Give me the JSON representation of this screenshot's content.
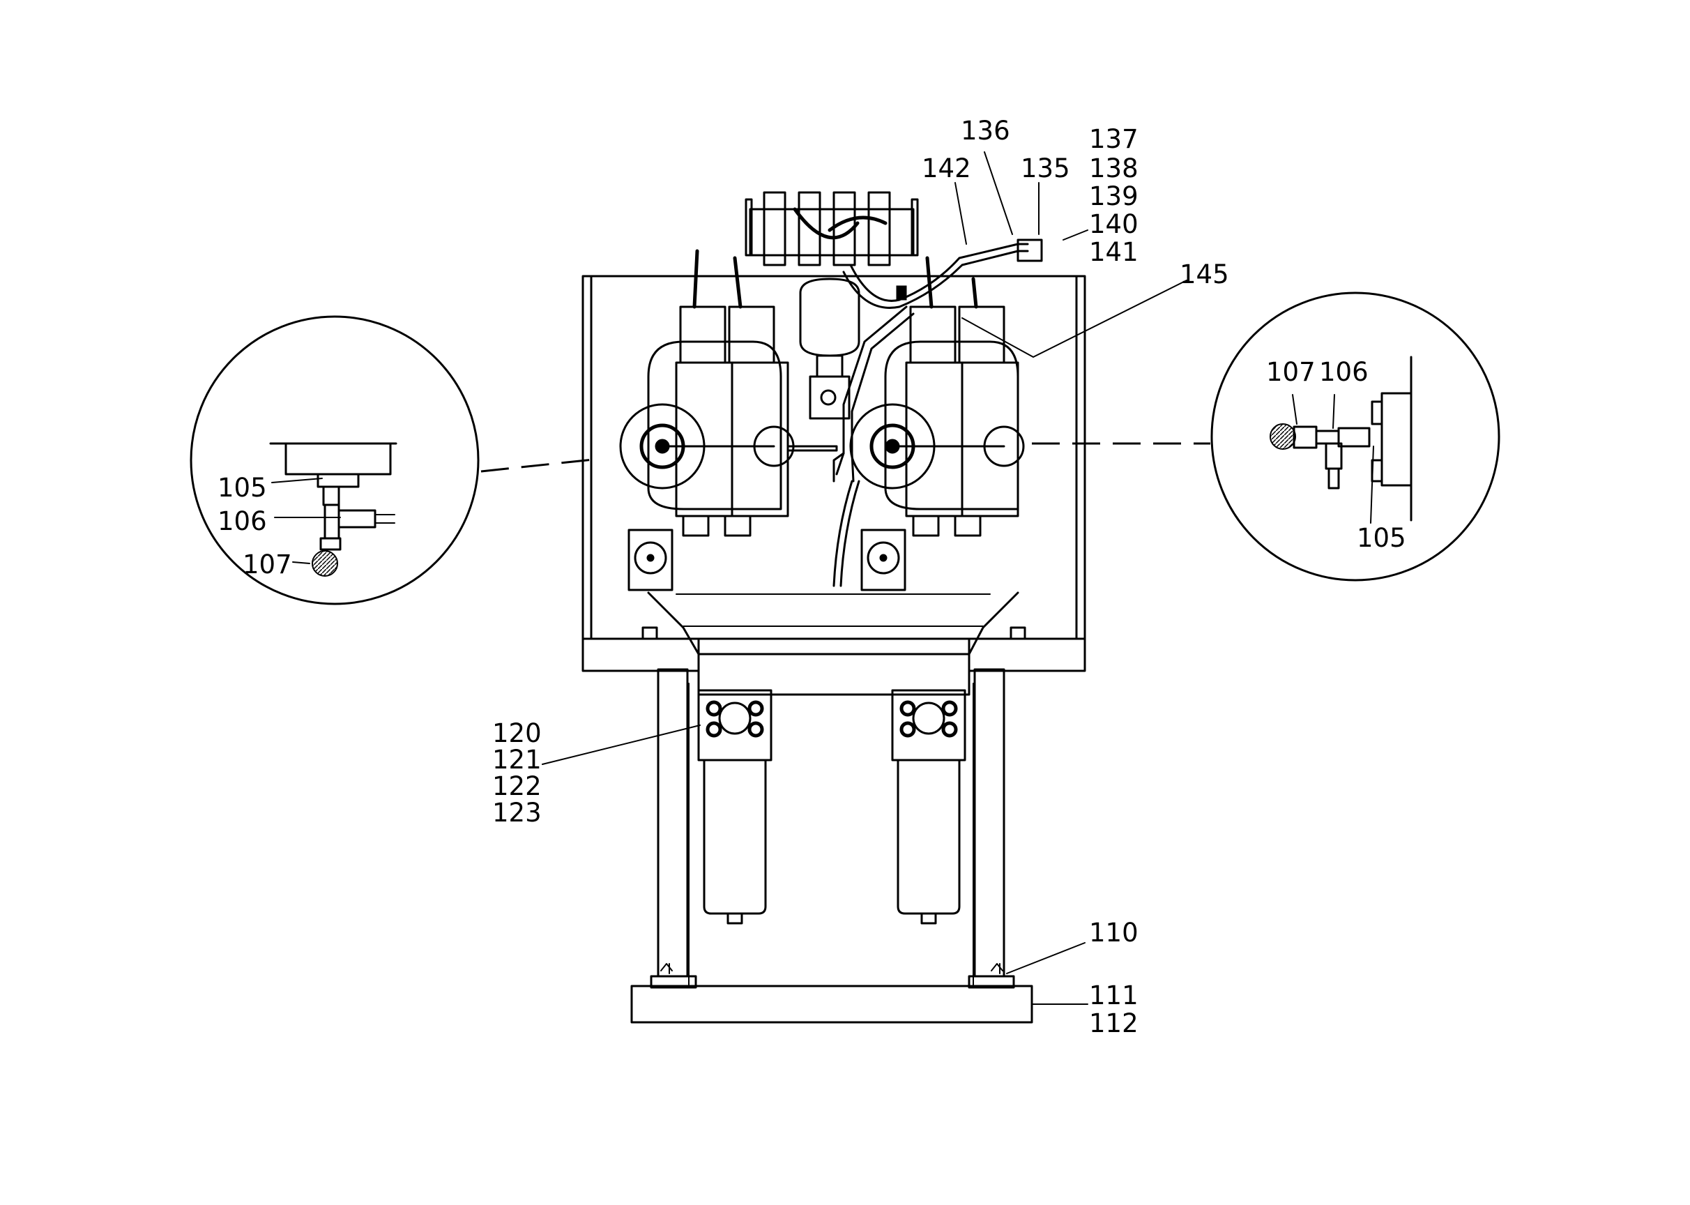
{
  "labels": {
    "l136": "136",
    "l137": "137",
    "l138": "138",
    "l139": "139",
    "l140": "140",
    "l141": "141",
    "l142": "142",
    "l135": "135",
    "l145": "145",
    "left_105": "105",
    "left_106": "106",
    "left_107": "107",
    "right_107": "107",
    "right_106": "106",
    "right_105": "105",
    "l120": "120",
    "l121": "121",
    "l122": "122",
    "l123": "123",
    "l110": "110",
    "l111": "111",
    "l112": "112"
  },
  "colors": {
    "line": "#000000",
    "background": "#ffffff"
  }
}
